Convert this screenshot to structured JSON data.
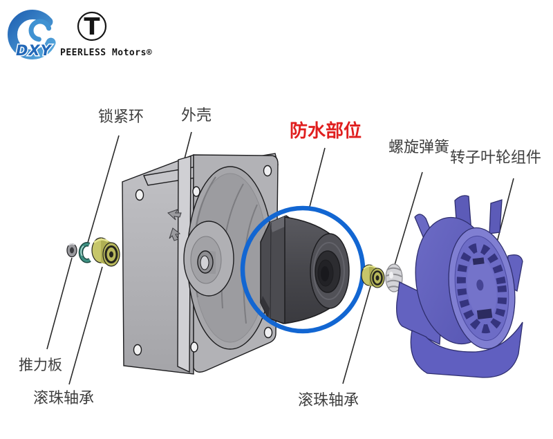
{
  "page": {
    "background_color": "#ffffff",
    "label_color": "#3e3e3e",
    "highlight_color": "#1266d2",
    "warning_label_color": "#e01f1f"
  },
  "branding": {
    "dxy_logo_text": "DXY",
    "dxy_logo_color": "#2f7fc4",
    "t_logo_letter": "T",
    "motors_text": "PEERLESS Motors®"
  },
  "diagram": {
    "labels": {
      "lock_ring": "锁紧环",
      "housing": "外壳",
      "waterproof_area": "防水部位",
      "coil_spring": "螺旋弹簧",
      "rotor_impeller_assembly": "转子叶轮组件",
      "thrust_plate": "推力板",
      "ball_bearing_left": "滚珠轴承",
      "ball_bearing_center": "滚珠轴承"
    }
  }
}
